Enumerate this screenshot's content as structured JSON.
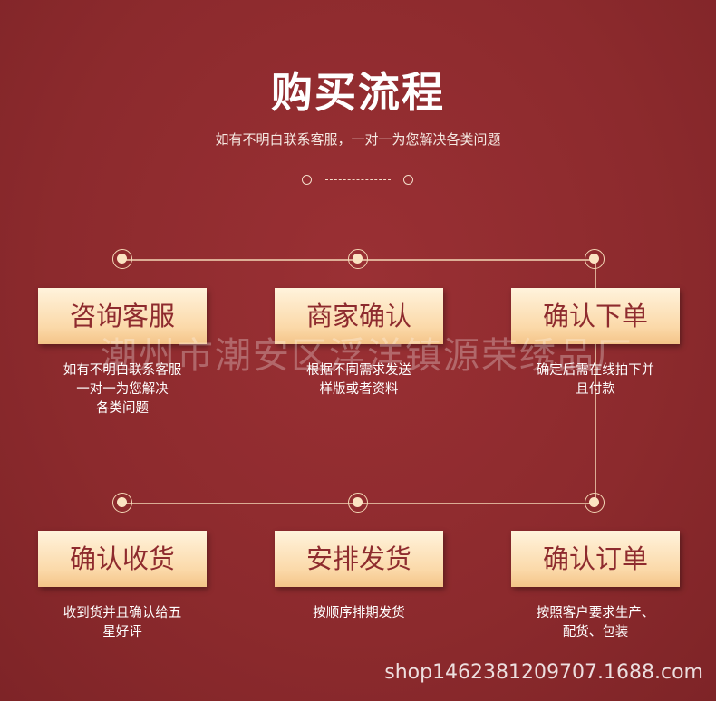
{
  "header": {
    "title": "购买流程",
    "subtitle": "如有不明白联系客服，一对一为您解决各类问题"
  },
  "steps": [
    {
      "label": "咨询客服",
      "desc": [
        "如有不明白联系客服",
        "一对一为您解决",
        "各类问题"
      ]
    },
    {
      "label": "商家确认",
      "desc": [
        "根据不同需求发送",
        "样版或者资料"
      ]
    },
    {
      "label": "确认下单",
      "desc": [
        "确定后需在线拍下并",
        "且付款"
      ]
    },
    {
      "label": "确认收货",
      "desc": [
        "收到货并且确认给五",
        "星好评"
      ]
    },
    {
      "label": "安排发货",
      "desc": [
        "按顺序排期发货"
      ]
    },
    {
      "label": "确认订单",
      "desc": [
        "按照客户要求生产、",
        "配货、包装"
      ]
    }
  ],
  "watermark": "潮州市潮安区浮洋镇源荣绣品厂",
  "footer": "shop1462381209707.1688.com",
  "colors": {
    "background": "#8e2b2e",
    "box": "#fbd9a9",
    "box_text": "#8e2b2e",
    "line": "#f4d7b6"
  }
}
